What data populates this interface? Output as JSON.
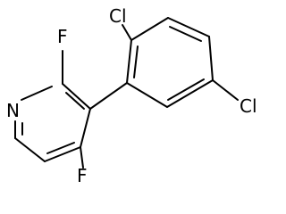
{
  "molecule": {
    "atoms": {
      "nitrogen": "N",
      "fluorine_top": "F",
      "fluorine_bottom": "F",
      "chlorine_top": "Cl",
      "chlorine_right": "Cl"
    }
  }
}
